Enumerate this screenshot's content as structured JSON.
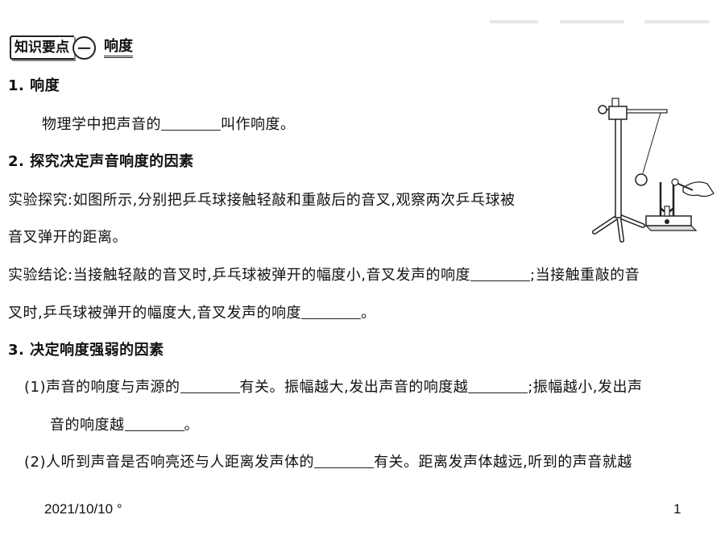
{
  "header": {
    "label": "知识要点",
    "number": "一",
    "title": "响度"
  },
  "s1": {
    "heading": "1. 响度",
    "line_pre": "物理学中把声音的",
    "line_post": "叫作响度。"
  },
  "s2": {
    "heading": "2. 探究决定声音响度的因素",
    "exp_line1": "实验探究:如图所示,分别把乒乓球接触轻敲和重敲后的音叉,观察两次乒乓球被",
    "exp_line2": "音叉弹开的距离。",
    "con_line1_pre": "实验结论:当接触轻敲的音叉时,乒乓球被弹开的幅度小,音叉发声的响度",
    "con_line1_post": ";当接触重敲的音",
    "con_line2_pre": "叉时,乒乓球被弹开的幅度大,音叉发声的响度",
    "con_line2_post": "。"
  },
  "s3": {
    "heading": "3. 决定响度强弱的因素",
    "p1_a": "(1)声音的响度与声源的",
    "p1_b": "有关。振幅越大,发出声音的响度越",
    "p1_c": ";振幅越小,发出声",
    "p1_d": "音的响度越",
    "p1_e": "。",
    "p2_a": "(2)人听到声音是否响亮还与人距离发声体的",
    "p2_b": "有关。距离发声体越远,听到的声音就越"
  },
  "footer": {
    "date": "2021/10/10",
    "degree": "°",
    "page": "1"
  },
  "icons": {
    "illustration": "tuning-fork-pendulum-illustration"
  }
}
